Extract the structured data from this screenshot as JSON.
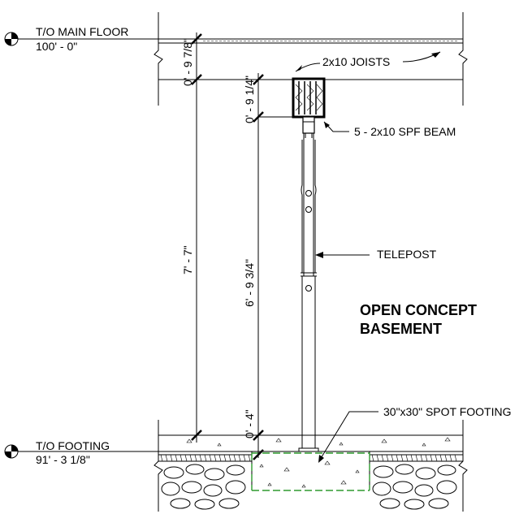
{
  "levels": {
    "main_floor": {
      "name": "T/O MAIN FLOOR",
      "elevation": "100' - 0\""
    },
    "footing": {
      "name": "T/O FOOTING",
      "elevation": "91' - 3 1/8\""
    }
  },
  "dimensions": {
    "floor_depth": "0' - 9 7/8\"",
    "beam_depth": "0' - 9 1/4\"",
    "overall_height": "7' - 7\"",
    "post_height": "6' - 9 3/4\"",
    "footing_depth": "0' - 4\""
  },
  "callouts": {
    "joists": "2x10 JOISTS",
    "beam": "5 - 2x10 SPF BEAM",
    "post": "TELEPOST",
    "footing": "30\"x30\" SPOT FOOTING"
  },
  "room": {
    "line1": "OPEN CONCEPT",
    "line2": "BASEMENT"
  },
  "colors": {
    "line": "#000000",
    "footing_outline": "#2e9a2e"
  }
}
